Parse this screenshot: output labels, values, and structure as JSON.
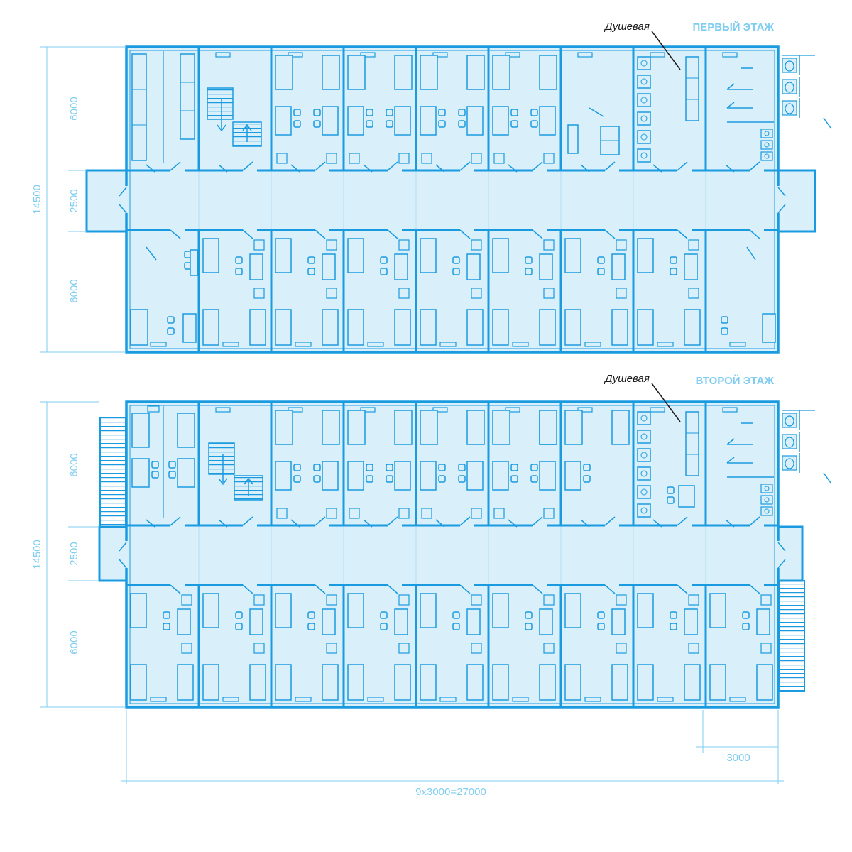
{
  "colors": {
    "wall": "#1a9be0",
    "fill": "#d9f0fb",
    "dimension": "#7fcdf0",
    "callout": "#1b1b1b",
    "background": "#ffffff"
  },
  "floors": [
    {
      "title": "ПЕРВЫЙ ЭТАЖ",
      "callout": "Душевая",
      "dims": {
        "total": "14500",
        "top": "6000",
        "corridor": "2500",
        "bottom": "6000"
      }
    },
    {
      "title": "ВТОРОЙ ЭТАЖ",
      "callout": "Душевая",
      "dims": {
        "total": "14500",
        "top": "6000",
        "corridor": "2500",
        "bottom": "6000"
      }
    }
  ],
  "bottom_dims": {
    "module": "3000",
    "overall": "9x3000=27000"
  }
}
